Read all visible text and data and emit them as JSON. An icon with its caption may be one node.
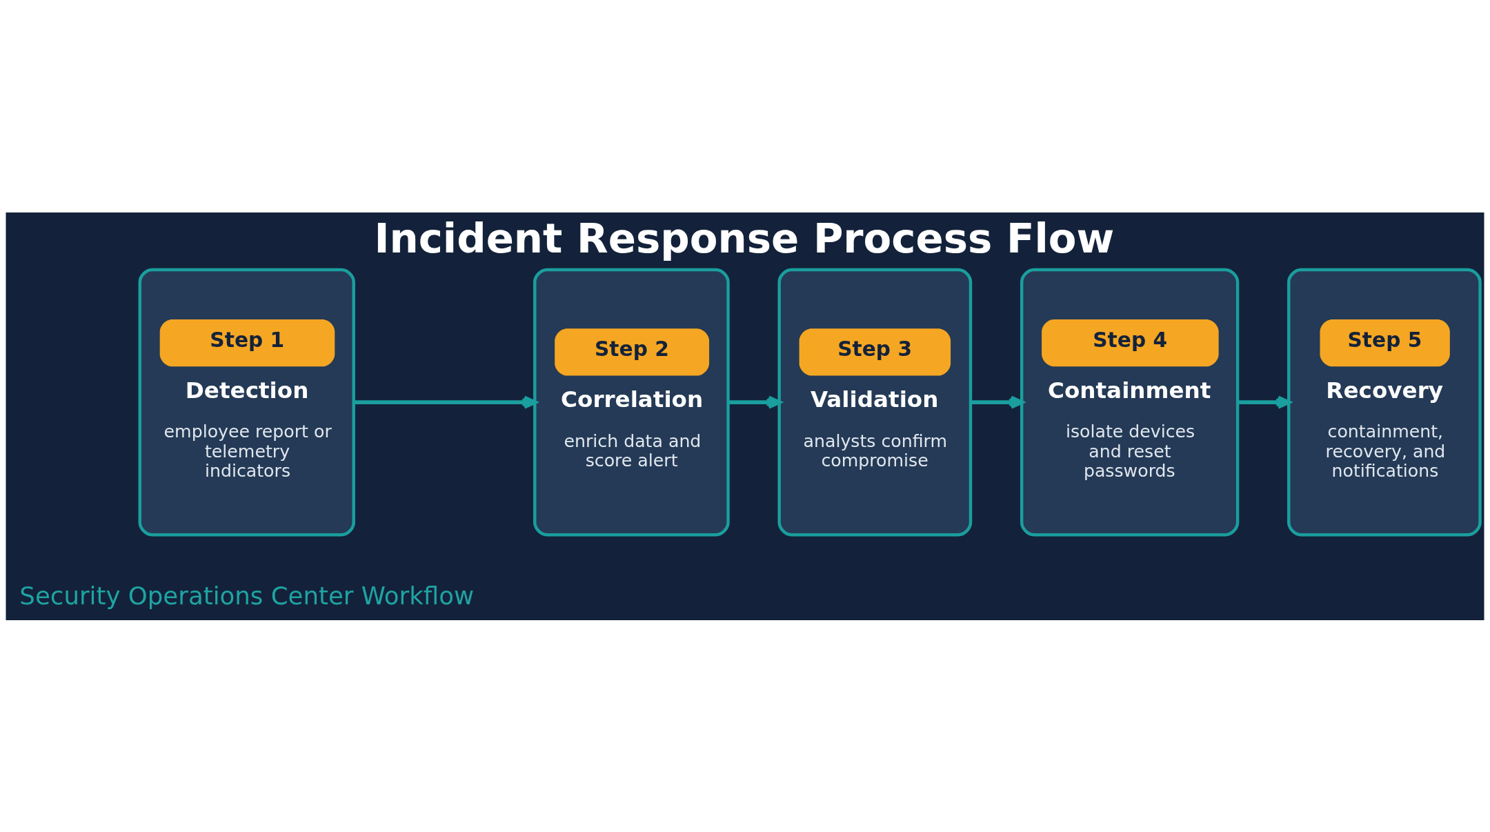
{
  "diagram": {
    "title": "Incident Response Process Flow",
    "nodes": [
      {
        "text": [
          "Step 1",
          "Detection",
          "employee report or telemetry indicators"
        ]
      },
      {
        "text": [
          "Step 2",
          "Correlation",
          "enrich data and score alert"
        ]
      },
      {
        "text": [
          "Step 3",
          "Validation",
          "analysts confirm compromise"
        ]
      },
      {
        "text": [
          "Step 4",
          "Containment",
          "isolate devices and reset passwords"
        ]
      },
      {
        "text": [
          "Step 5",
          "Recovery",
          "containment, recovery, and notifications"
        ]
      }
    ],
    "edges": [
      {
        "from": 0,
        "to": 1,
        "arrow": "to"
      },
      {
        "from": 1,
        "to": 2,
        "arrow": "to"
      },
      {
        "from": 2,
        "to": 3,
        "arrow": "to"
      },
      {
        "from": 3,
        "to": 4,
        "arrow": "to"
      }
    ],
    "labels": [
      "Security Operations Center Workflow"
    ]
  }
}
